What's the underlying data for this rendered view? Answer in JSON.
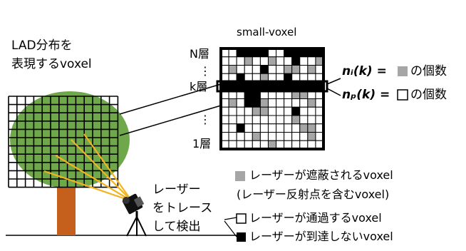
{
  "labels": {
    "lad_voxel": [
      "LAD分布を",
      "表現するvoxel"
    ],
    "small_voxel": "small-voxel",
    "layer_n": "N層",
    "layer_k": "k層",
    "layer_1": "1層",
    "vdots": "⋮",
    "ni_eq": "nᵢ(k) = ",
    "ni_rest": "の個数",
    "np_eq": "nₚ(k) = ",
    "np_rest": "の個数",
    "laser_trace": [
      "レーザー",
      "をトレース",
      "して検出"
    ],
    "legend": {
      "blocked": "レーザーが遮蔽されるvoxel",
      "blocked_sub": "(レーザー反射点を含むvoxel)",
      "passed": "レーザーが通過するvoxel",
      "unreached": "レーザーが到達しないvoxel"
    }
  },
  "colors": {
    "canopy": "#6fa84a",
    "trunk": "#c4601c",
    "beam": "#f2b320",
    "gray_voxel": "#a6a6a6",
    "black_voxel": "#000000",
    "white_voxel": "#ffffff"
  },
  "small_voxel_grid": [
    "WWBBBBWWBBBBB",
    "WWWGWWGWWBWWG",
    "WGWWWBWWGGWGW",
    "WWBWWGWWBWWWW",
    "BBBBBBBBBBBBB",
    "WWWBBWWWWGGWW",
    "WGWBBGWWWWWGW",
    "WWWWGGWWWBWWW",
    "WWWWWWWWWGWWW",
    "WWBWWWWWWWGGW",
    "WWWWGWWWWWWGW",
    "WWWWWWGWWWWWW"
  ]
}
